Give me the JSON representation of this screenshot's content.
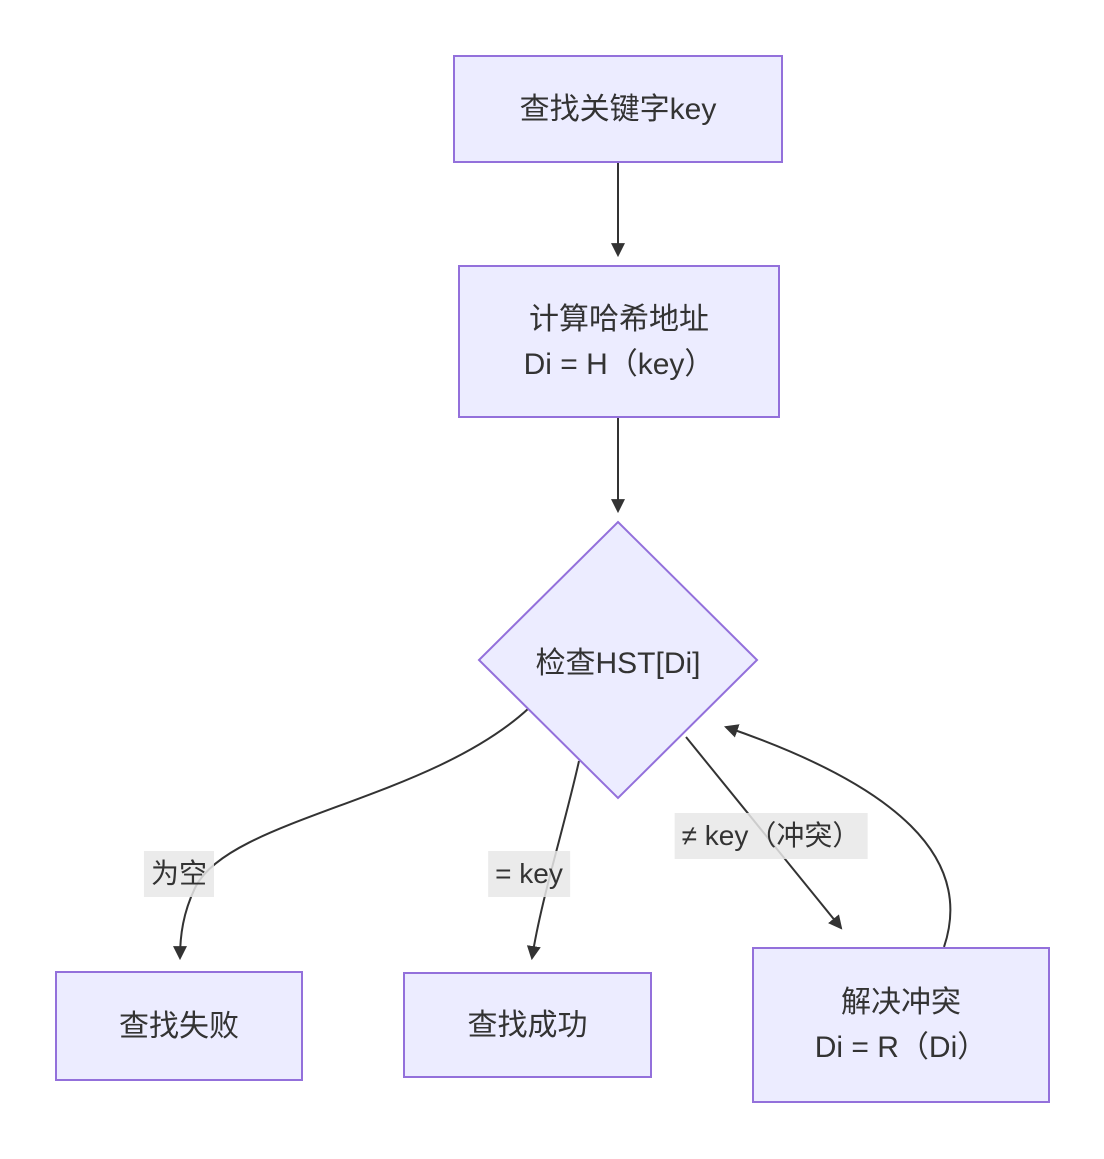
{
  "diagram": {
    "type": "flowchart",
    "direction": "top-down",
    "colors": {
      "background": "#ffffff",
      "node_fill": "#ECECFF",
      "node_border": "#9370DB",
      "edge": "#333333",
      "edge_label_bg": "#e8e8e8",
      "text": "#333333"
    },
    "nodes": [
      {
        "id": "start",
        "shape": "rect",
        "lines": [
          "查找关键字key"
        ]
      },
      {
        "id": "hash",
        "shape": "rect",
        "lines": [
          "计算哈希地址",
          "Di = H（key）"
        ]
      },
      {
        "id": "check",
        "shape": "diamond",
        "lines": [
          "检查HST[Di]"
        ]
      },
      {
        "id": "fail",
        "shape": "rect",
        "lines": [
          "查找失败"
        ]
      },
      {
        "id": "success",
        "shape": "rect",
        "lines": [
          "查找成功"
        ]
      },
      {
        "id": "resolve",
        "shape": "rect",
        "lines": [
          "解决冲突",
          "Di = R（Di）"
        ]
      }
    ],
    "edges": [
      {
        "from": "start",
        "to": "hash",
        "label": ""
      },
      {
        "from": "hash",
        "to": "check",
        "label": ""
      },
      {
        "from": "check",
        "to": "fail",
        "label": "为空"
      },
      {
        "from": "check",
        "to": "success",
        "label": "= key"
      },
      {
        "from": "check",
        "to": "resolve",
        "label": "≠ key（冲突）"
      },
      {
        "from": "resolve",
        "to": "check",
        "label": ""
      }
    ]
  }
}
